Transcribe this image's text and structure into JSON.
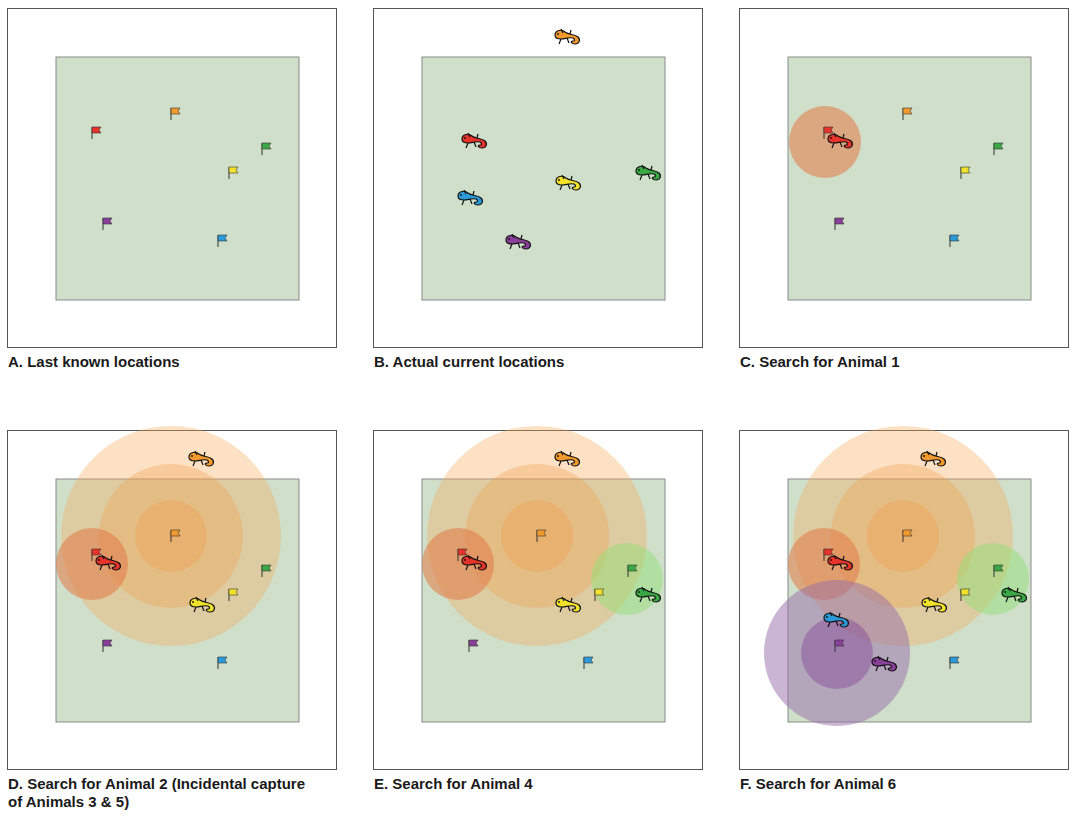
{
  "diagram": {
    "nodes": [
      {
        "text": [
          "A. Last known locations"
        ]
      },
      {
        "text": [
          "B. Actual current locations"
        ]
      },
      {
        "text": [
          "C. Search for Animal 1"
        ]
      },
      {
        "text": [
          "D. Search for Animal 2 (Incidental capture of Animals 3 & 5)"
        ]
      },
      {
        "text": [
          "E. Search for Animal 4"
        ]
      },
      {
        "text": [
          "F. Search for Animal 6"
        ]
      }
    ]
  }
}
